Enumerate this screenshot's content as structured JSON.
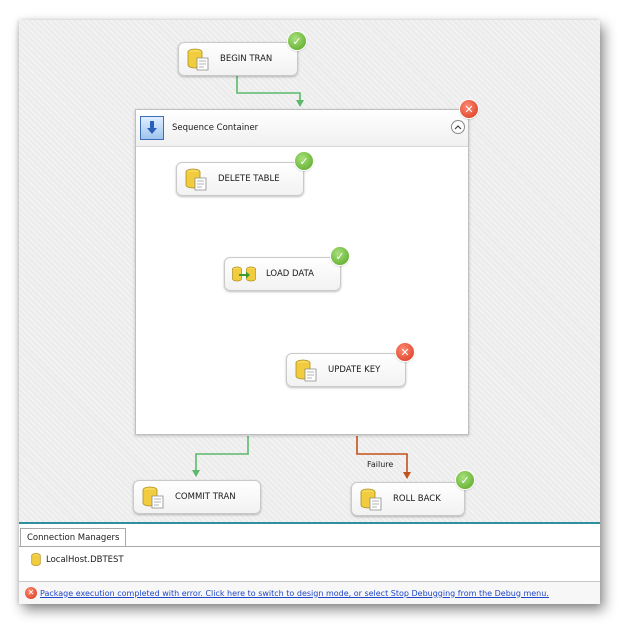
{
  "tasks": {
    "begin_tran": {
      "label": "BEGIN TRAN",
      "status": "success"
    },
    "delete_table": {
      "label": "DELETE TABLE",
      "status": "success"
    },
    "load_data": {
      "label": "LOAD DATA",
      "status": "success"
    },
    "update_key": {
      "label": "UPDATE KEY",
      "status": "error"
    },
    "commit_tran": {
      "label": "COMMIT TRAN",
      "status": "none"
    },
    "roll_back": {
      "label": "ROLL BACK",
      "status": "success"
    }
  },
  "container": {
    "title": "Sequence Container",
    "status": "error",
    "collapse_icon": "chevron-up-icon"
  },
  "constraints": {
    "failure_label": "Failure",
    "success_color": "#5cb96c",
    "failure_color": "#c0531a"
  },
  "connection_managers": {
    "tab_label": "Connection Managers",
    "items": [
      {
        "name": "LocalHost.DBTEST",
        "icon": "database-icon"
      }
    ]
  },
  "status_bar": {
    "icon": "error-icon",
    "message": "Package execution completed with error. Click here to switch to design mode, or select Stop Debugging from the Debug menu."
  },
  "colors": {
    "success": "#54a51f",
    "error": "#d6361c",
    "link": "#1f47c9"
  }
}
